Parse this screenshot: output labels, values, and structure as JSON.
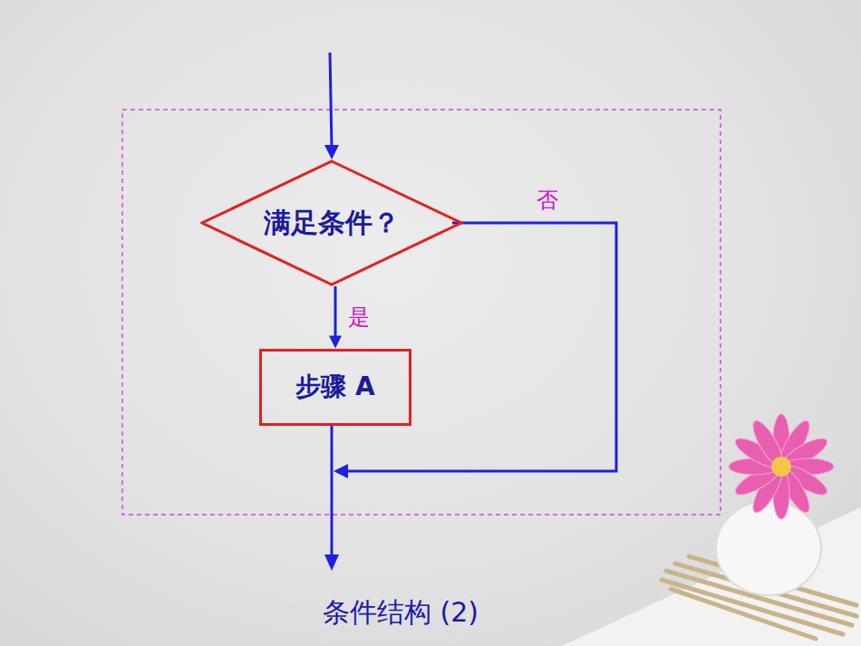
{
  "diagram": {
    "caption": "条件结构 (2)",
    "nodes": [
      {
        "text": [
          "满足条件？"
        ]
      },
      {
        "text": [
          "步骤 A"
        ]
      }
    ],
    "edges": [
      {
        "from": 0,
        "to": 1,
        "label": "是",
        "arrow": "to"
      }
    ],
    "labels": [
      "否"
    ]
  }
}
